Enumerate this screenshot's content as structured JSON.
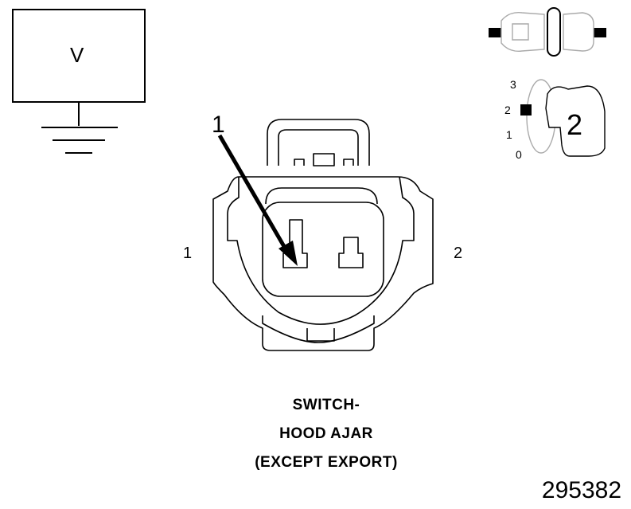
{
  "voltmeter": {
    "symbol": "V"
  },
  "connector": {
    "callout_number": "1",
    "cavity_left": "1",
    "cavity_right": "2"
  },
  "position_indicator": {
    "levels": [
      "3",
      "2",
      "1",
      "0"
    ],
    "selected_level": "2",
    "tool_number": "2"
  },
  "caption": {
    "line1": "SWITCH-",
    "line2": "HOOD AJAR",
    "line3": "(EXCEPT EXPORT)"
  },
  "figure_id": "295382"
}
